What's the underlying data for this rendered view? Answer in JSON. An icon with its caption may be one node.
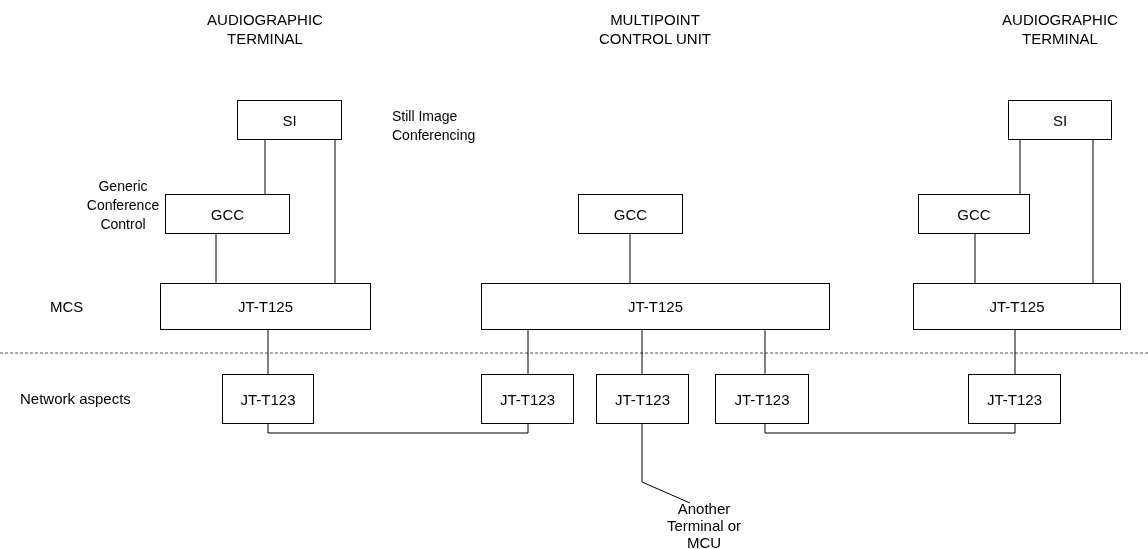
{
  "diagram": {
    "nodes": [
      {
        "text": [
          "SI"
        ],
        "beside": [
          "Still Image Conferencing"
        ]
      },
      {
        "text": [
          "GCC"
        ],
        "beside": [
          "Generic Conference Control"
        ]
      },
      {
        "text": [
          "JT-T125"
        ]
      },
      {
        "text": [
          "GCC"
        ]
      },
      {
        "text": [
          "JT-T125"
        ]
      },
      {
        "text": [
          "GCC"
        ]
      },
      {
        "text": [
          "SI"
        ]
      },
      {
        "text": [
          "JT-T125"
        ]
      },
      {
        "text": [
          "JT-T123"
        ]
      },
      {
        "text": [
          "JT-T123"
        ]
      },
      {
        "text": [
          "JT-T123"
        ]
      },
      {
        "text": [
          "JT-T123"
        ]
      },
      {
        "text": [
          "JT-T123"
        ]
      },
      {
        "text": [
          "Another Terminal or MCU"
        ]
      }
    ],
    "edges": [
      {
        "from": 0,
        "to": 1,
        "arrow": "none"
      },
      {
        "from": 0,
        "to": 2,
        "arrow": "none"
      },
      {
        "from": 1,
        "to": 2,
        "arrow": "none"
      },
      {
        "from": 2,
        "to": 8,
        "arrow": "none"
      },
      {
        "from": 8,
        "to": 9,
        "arrow": "none"
      },
      {
        "from": 3,
        "to": 4,
        "arrow": "none"
      },
      {
        "from": 4,
        "to": 9,
        "arrow": "none"
      },
      {
        "from": 4,
        "to": 10,
        "arrow": "none"
      },
      {
        "from": 4,
        "to": 11,
        "arrow": "none"
      },
      {
        "from": 11,
        "to": 12,
        "arrow": "none"
      },
      {
        "from": 10,
        "to": 13,
        "arrow": "none"
      },
      {
        "from": 6,
        "to": 5,
        "arrow": "none"
      },
      {
        "from": 6,
        "to": 7,
        "arrow": "none"
      },
      {
        "from": 5,
        "to": 7,
        "arrow": "none"
      },
      {
        "from": 7,
        "to": 12,
        "arrow": "none"
      }
    ],
    "labels": [
      "AUDIOGRAPHIC TERMINAL",
      "MULTIPOINT CONTROL UNIT",
      "AUDIOGRAPHIC TERMINAL",
      "MCS",
      "Network aspects"
    ]
  }
}
